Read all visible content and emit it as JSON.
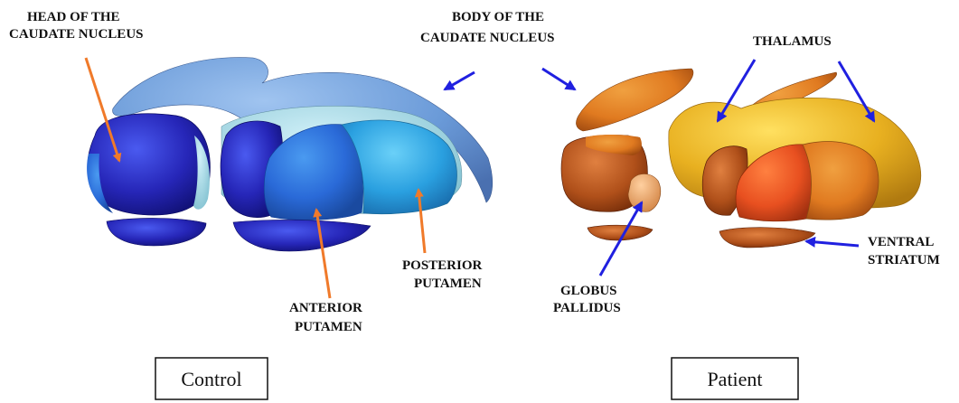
{
  "labels": {
    "head_caudate": [
      "HEAD OF THE",
      "CAUDATE NUCLEUS"
    ],
    "body_caudate": [
      "BODY OF THE",
      "CAUDATE NUCLEUS"
    ],
    "thalamus": "THALAMUS",
    "posterior_putamen": [
      "POSTERIOR",
      "PUTAMEN"
    ],
    "anterior_putamen": [
      "ANTERIOR",
      "PUTAMEN"
    ],
    "globus_pallidus": [
      "GLOBUS",
      "PALLIDUS"
    ],
    "ventral_striatum": [
      "VENTRAL",
      "STRIATUM"
    ]
  },
  "panels": {
    "control": "Control",
    "patient": "Patient"
  },
  "colors": {
    "orange_arrow": "#f07a2a",
    "blue_arrow": "#2020e0",
    "control_dark_blue": "#1a1aa8",
    "control_mid_blue": "#2a6ad8",
    "control_light_blue": "#6a9ad8",
    "control_cyan": "#2aa0e0",
    "patient_brown": "#b0501a",
    "patient_orange": "#e07a20",
    "patient_gold": "#e8b020"
  }
}
